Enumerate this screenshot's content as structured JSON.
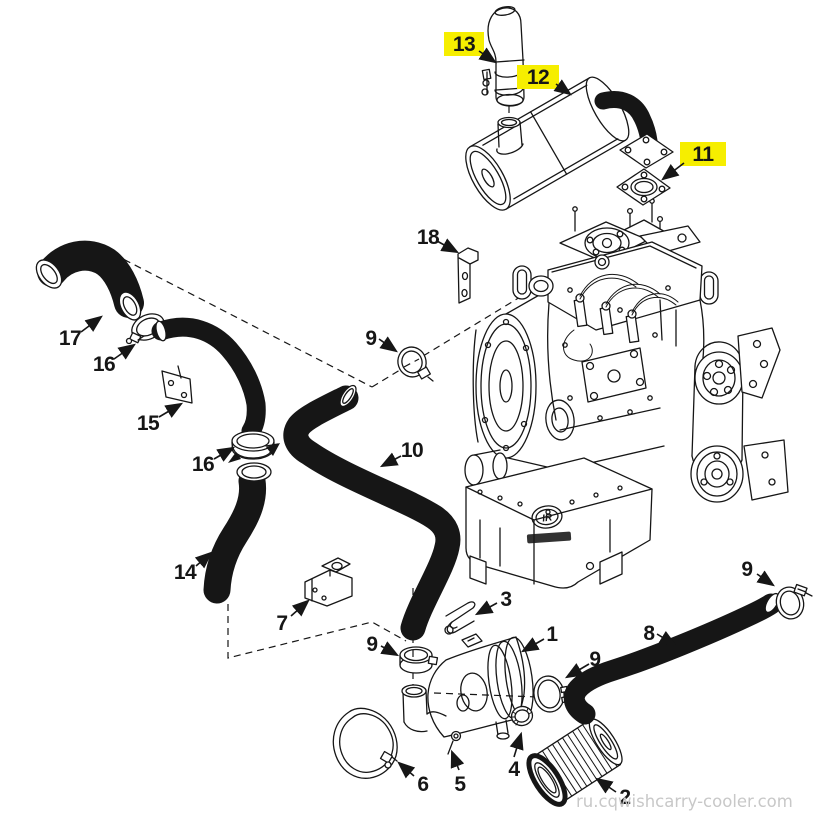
{
  "watermark": "ru.cqwishcarry-cooler.com",
  "engine_badge": "IR",
  "colors": {
    "ink": "#161616",
    "highlight": "#f6ee00",
    "watermark": "#c8c8c8",
    "paper": "#ffffff"
  },
  "labels": {
    "n1": "1",
    "n2": "2",
    "n3": "3",
    "n4": "4",
    "n5": "5",
    "n6": "6",
    "n7": "7",
    "n8": "8",
    "n9": "9",
    "n10": "10",
    "n11": "11",
    "n12": "12",
    "n13": "13",
    "n14": "14",
    "n15": "15",
    "n16": "16",
    "n17": "17",
    "n18": "18"
  },
  "highlighted_labels": [
    "11",
    "12",
    "13"
  ]
}
